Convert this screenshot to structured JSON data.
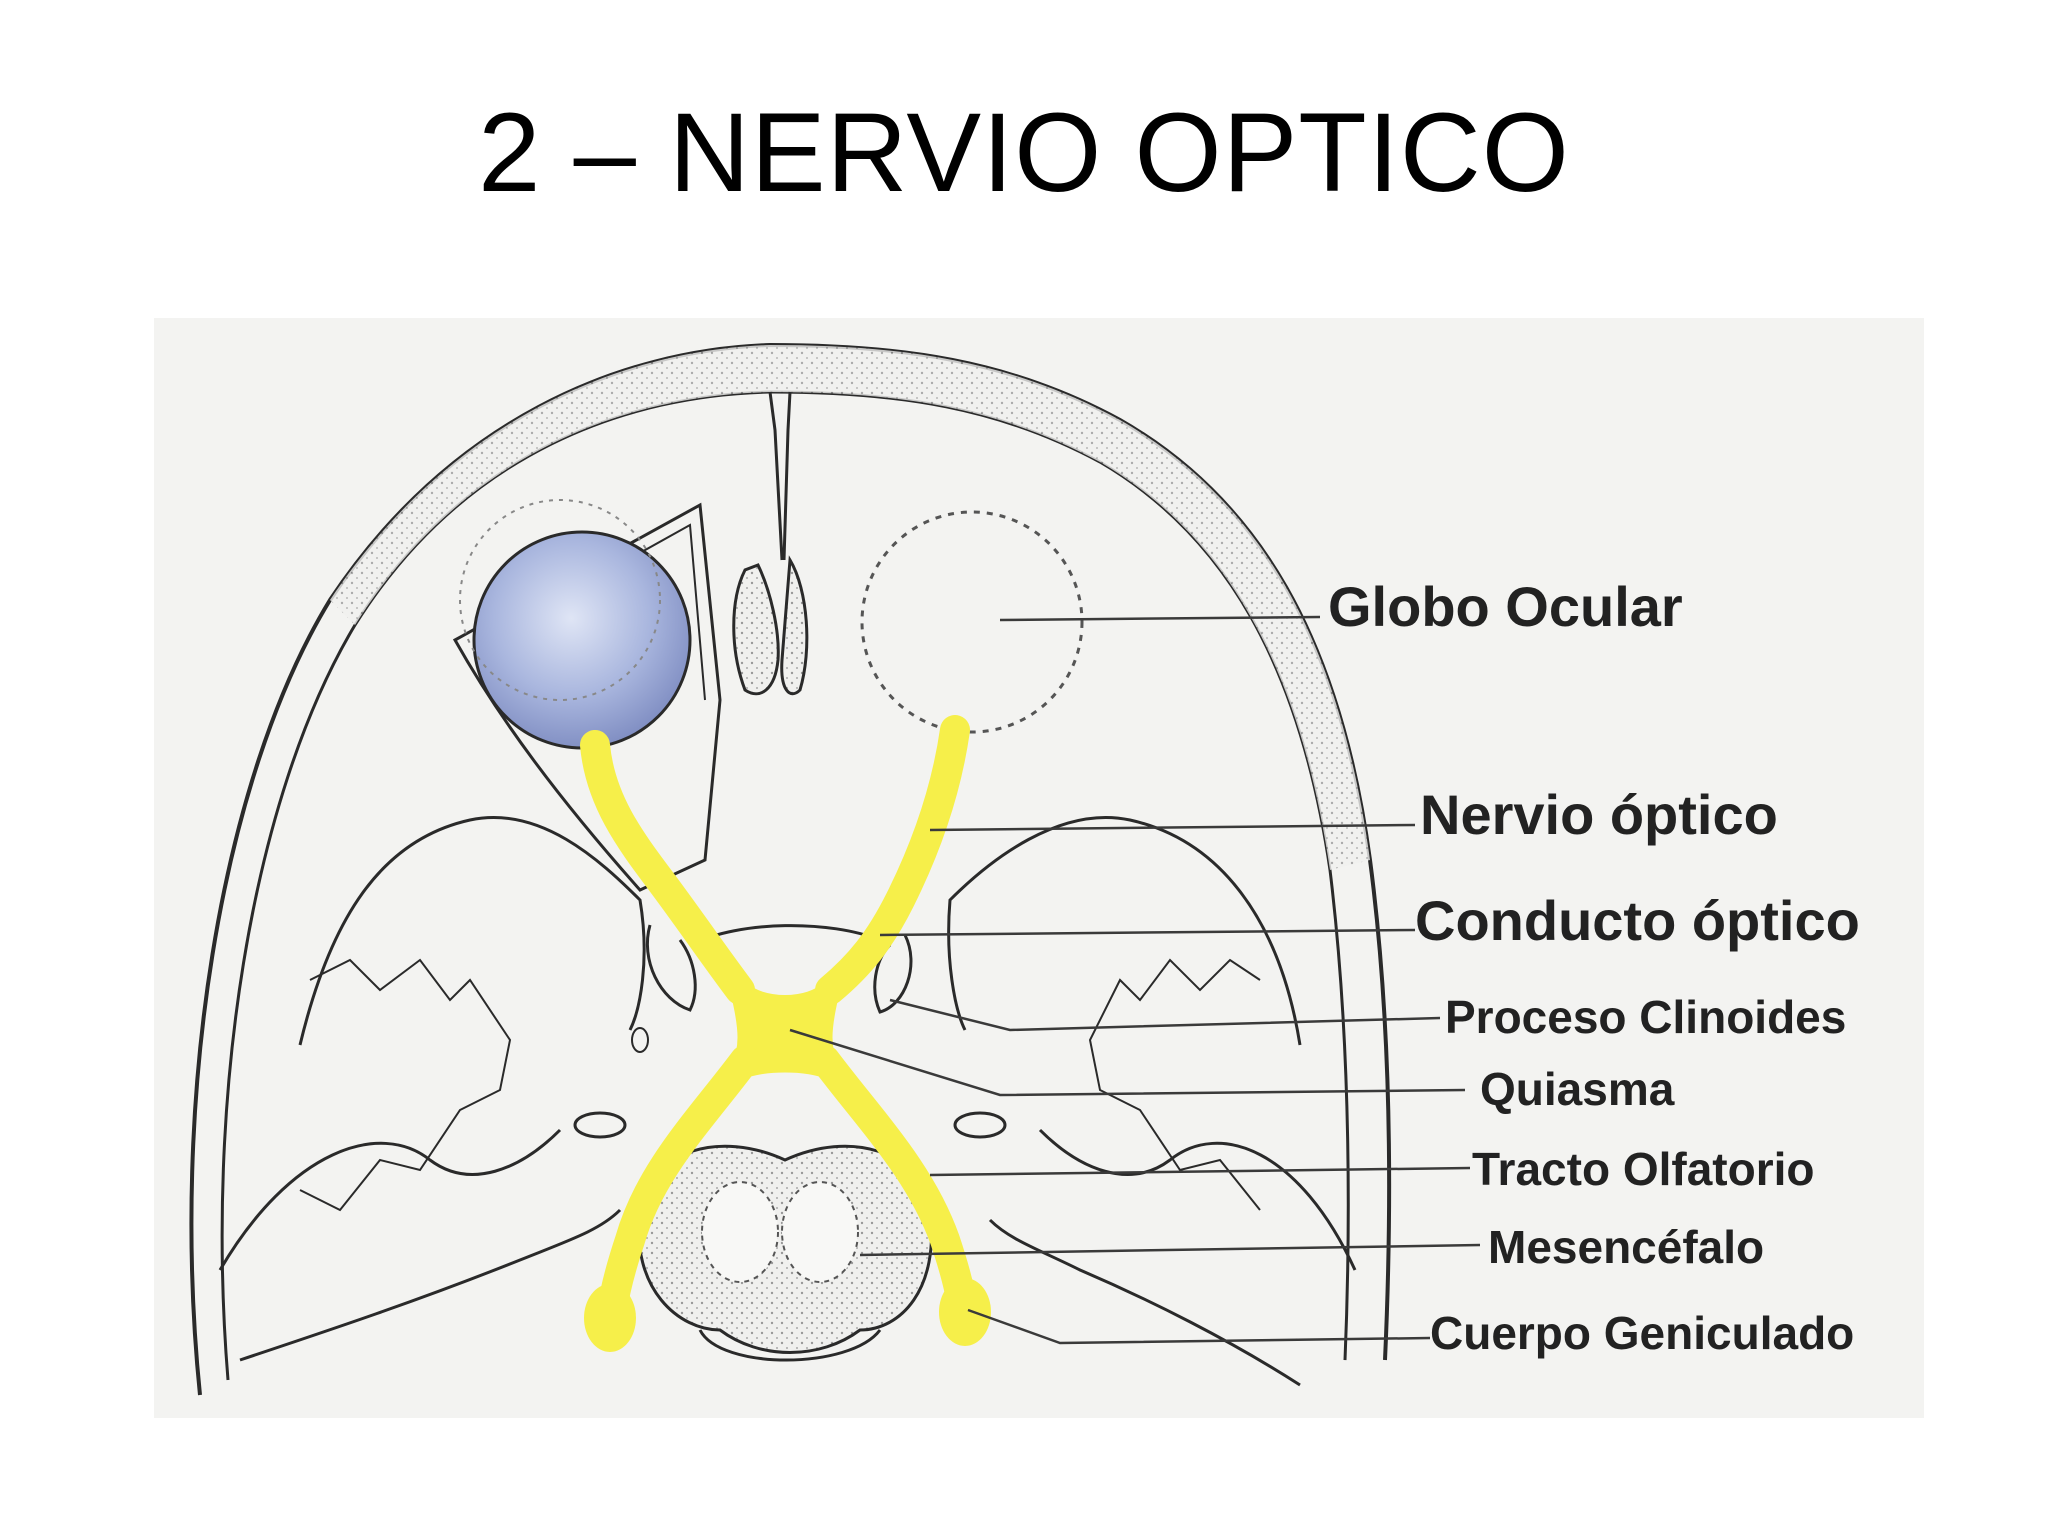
{
  "slide": {
    "title": "2 – NERVIO OPTICO"
  },
  "labels": {
    "globo_ocular": "Globo Ocular",
    "nervio_optico": "Nervio óptico",
    "conducto_optico": "Conducto óptico",
    "proceso_clinoides": "Proceso Clinoides",
    "quiasma": "Quiasma",
    "tracto_olfatorio": "Tracto Olfatorio",
    "mesencefalo": "Mesencéfalo",
    "cuerpo_geniculado": "Cuerpo Geniculado"
  },
  "colors": {
    "nerve": "#f6ef4a",
    "eyeball": "#a9b6de",
    "bone_line": "#2a2a2a",
    "panel_bg": "#f3f3f1"
  }
}
